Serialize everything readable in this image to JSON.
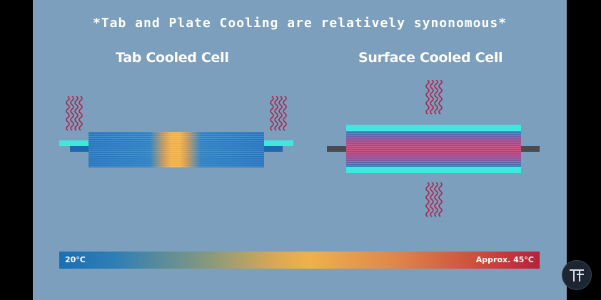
{
  "banner": "*Tab and Plate Cooling are relatively synonomous*",
  "tab_cell": {
    "title": "Tab Cooled Cell"
  },
  "surface_cell": {
    "title": "Surface Cooled Cell"
  },
  "scale": {
    "low_label": "20°C",
    "high_label": "Approx. 45°C"
  },
  "colors": {
    "background": "#7b9fbd",
    "cooling_plate": "#3fe7de",
    "cool": "#1a6fb4",
    "warm": "#f0b14a",
    "hot": "#b9203b",
    "heat_wave": "#b0244a"
  },
  "icons": [
    "heat-wave-icon",
    "channel-logo-icon"
  ]
}
